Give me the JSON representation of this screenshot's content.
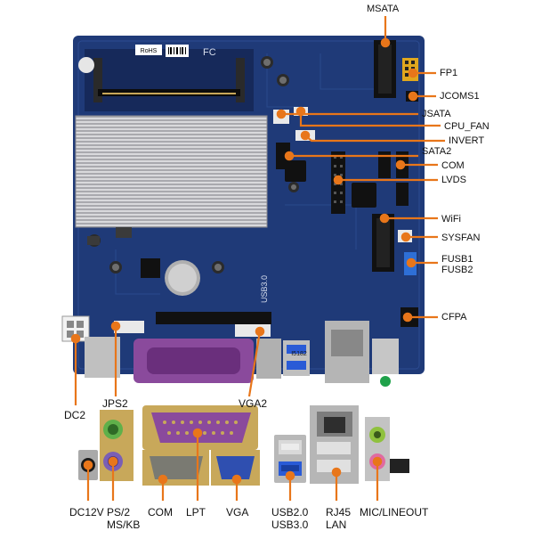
{
  "labels_right": [
    {
      "key": "msata",
      "text": "MSATA"
    },
    {
      "key": "fp1",
      "text": "FP1"
    },
    {
      "key": "jcoms1",
      "text": "JCOMS1"
    },
    {
      "key": "jsata",
      "text": "JSATA"
    },
    {
      "key": "cpu_fan",
      "text": "CPU_FAN"
    },
    {
      "key": "invert",
      "text": "INVERT"
    },
    {
      "key": "sata2",
      "text": "SATA2"
    },
    {
      "key": "com",
      "text": "COM"
    },
    {
      "key": "lvds",
      "text": "LVDS"
    },
    {
      "key": "wifi",
      "text": "WiFi"
    },
    {
      "key": "sysfan",
      "text": "SYSFAN"
    },
    {
      "key": "fusb1",
      "text": "FUSB1"
    },
    {
      "key": "fusb2",
      "text": "FUSB2"
    },
    {
      "key": "cfpa",
      "text": "CFPA"
    }
  ],
  "labels_board": {
    "dc2": "DC2",
    "jps2": "JPS2",
    "vga2": "VGA2"
  },
  "labels_io": {
    "dc12v": "DC12V",
    "ps2": "PS/2",
    "mskb": "MS/KB",
    "com": "COM",
    "lpt": "LPT",
    "vga": "VGA",
    "usb20": "USB2.0",
    "usb30": "USB3.0",
    "rj45": "RJ45",
    "lan": "LAN",
    "mic_lineout": "MIC/LINEOUT"
  },
  "board_print": {
    "rohs": "RoHS",
    "fc": "FC",
    "usb30_silk": "USB3.0",
    "model": "I5182"
  },
  "colors": {
    "pcb": "#1f3a78",
    "pcb_dark": "#16295a",
    "heatsink": "#c9c9cc",
    "arrow": "#e8761a",
    "lpt_purple": "#8a4a9c",
    "vga_blue": "#2f4fb0",
    "usb3_blue": "#2a5bd6",
    "gold": "#c8a85a"
  }
}
